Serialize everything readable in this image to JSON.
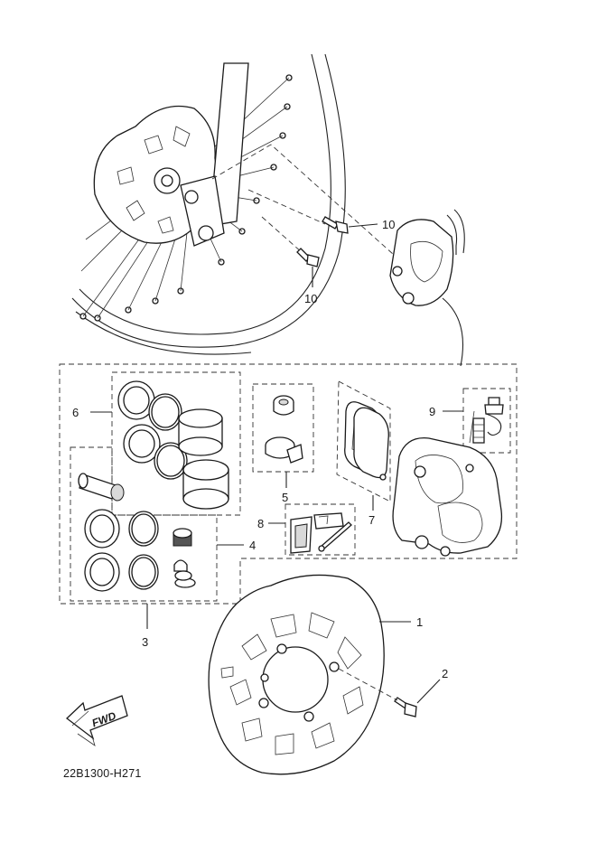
{
  "diagram": {
    "code": "22B1300-H271",
    "fwd_label": "FWD",
    "callouts": {
      "c1": "1",
      "c2": "2",
      "c3": "3",
      "c4": "4",
      "c5": "5",
      "c6": "6",
      "c7": "7",
      "c8": "8",
      "c9": "9",
      "c10a": "10",
      "c10b": "10"
    }
  }
}
